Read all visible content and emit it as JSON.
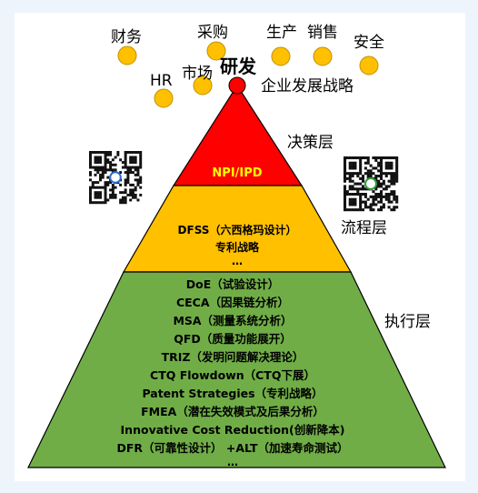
{
  "colors": {
    "top": "#ff0000",
    "middle": "#ffc000",
    "bottom": "#70ad47",
    "circle": "#ffc000",
    "outline": "#000000",
    "top_text": "#ffff00"
  },
  "departments": [
    {
      "label": "财务"
    },
    {
      "label": "采购"
    },
    {
      "label": "生产"
    },
    {
      "label": "销售"
    },
    {
      "label": "安全"
    },
    {
      "label": "HR"
    },
    {
      "label": "市场"
    }
  ],
  "apex_label": "研发",
  "strategy_label": "企业发展战略",
  "layers": {
    "decision": "决策层",
    "process": "流程层",
    "execution": "执行层"
  },
  "pyramid": {
    "top": [
      "NPI/IPD"
    ],
    "middle": [
      "DFSS（六西格玛设计）",
      "专利战略",
      "…"
    ],
    "bottom": [
      "DoE（试验设计）",
      "CECA（因果链分析）",
      "MSA（测量系统分析）",
      "QFD（质量功能展开）",
      "TRIZ（发明问题解决理论）",
      "CTQ Flowdown（CTQ下展）",
      "Patent Strategies（专利战略）",
      "FMEA（潜在失效模式及后果分析）",
      "Innovative Cost Reduction(创新降本)",
      "DFR（可靠性设计） +ALT（加速寿命测试）",
      "…"
    ]
  },
  "qr_codes": [
    {
      "icon": "qr-code-left-icon"
    },
    {
      "icon": "qr-code-right-icon"
    }
  ]
}
